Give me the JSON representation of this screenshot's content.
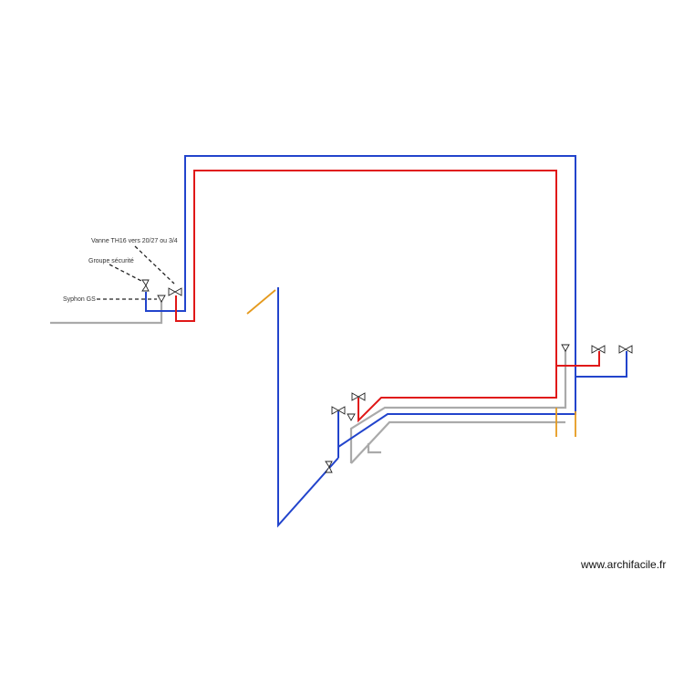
{
  "diagram": {
    "labels": {
      "vanne": "Vanne TH16 vers 20/27 ou 3/4",
      "groupe": "Groupe sécurité",
      "syphon": "Syphon GS"
    },
    "watermark": "www.archifacile.fr",
    "colors": {
      "cold_water": "#2244cc",
      "hot_water": "#e01818",
      "drain": "#aaaaaa",
      "stub": "#e59a1e",
      "background": "#ffffff"
    }
  }
}
